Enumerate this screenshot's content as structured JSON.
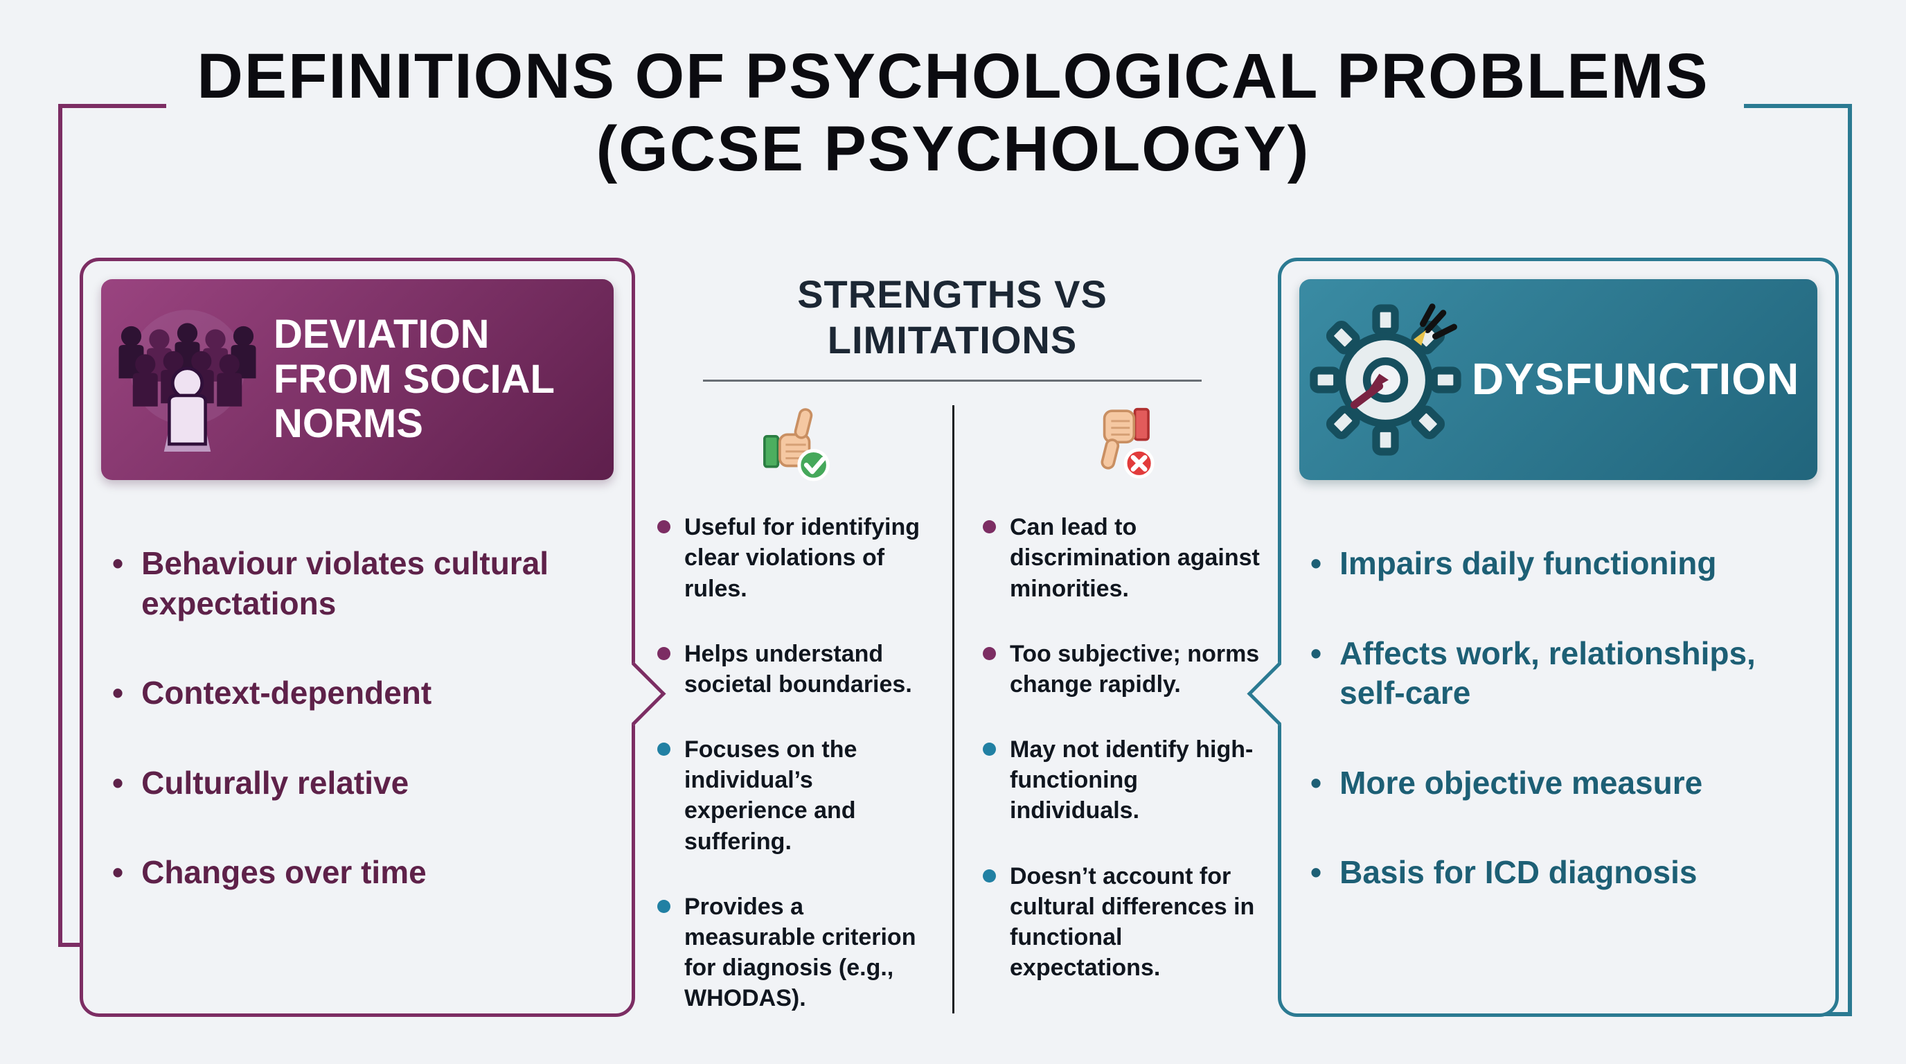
{
  "title": {
    "line1": "DEFINITIONS OF PSYCHOLOGICAL PROBLEMS",
    "line2": "(GCSE PSYCHOLOGY)"
  },
  "colors": {
    "purple": "#7c2d63",
    "purple_text": "#5e2149",
    "teal": "#2b7a92",
    "teal_text": "#1d5f75",
    "background": "#f1f3f6",
    "body_text": "#10161f"
  },
  "left_panel": {
    "header": "DEVIATION FROM SOCIAL NORMS",
    "icon": "crowd-icon",
    "bullets": [
      "Behaviour violates cultural expectations",
      "Context-dependent",
      "Culturally relative",
      "Changes over time"
    ]
  },
  "center": {
    "heading_line1": "STRENGTHS VS",
    "heading_line2": "LIMITATIONS",
    "strengths": {
      "icon": "thumbs-up-icon",
      "items": [
        {
          "text": "Useful for identifying clear violations of rules.",
          "bullet_color": "purple"
        },
        {
          "text": "Helps understand societal boundaries.",
          "bullet_color": "purple"
        },
        {
          "text": "Focuses on the individual’s experience and suffering.",
          "bullet_color": "teal"
        },
        {
          "text": "Provides a measurable criterion for diagnosis (e.g., WHODAS).",
          "bullet_color": "teal"
        }
      ]
    },
    "limitations": {
      "icon": "thumbs-down-icon",
      "items": [
        {
          "text": "Can lead to discrimination against minorities.",
          "bullet_color": "purple"
        },
        {
          "text": "Too subjective; norms change rapidly.",
          "bullet_color": "purple"
        },
        {
          "text": "May not identify high-functioning individuals.",
          "bullet_color": "teal"
        },
        {
          "text": "Doesn’t account for cultural differences in functional expectations.",
          "bullet_color": "teal"
        }
      ]
    }
  },
  "right_panel": {
    "header": "DYSFUNCTION",
    "icon": "gear-icon",
    "bullets": [
      "Impairs daily functioning",
      "Affects work, relationships, self-care",
      "More objective measure",
      "Basis for ICD diagnosis"
    ]
  },
  "bullet_glyph": "•"
}
